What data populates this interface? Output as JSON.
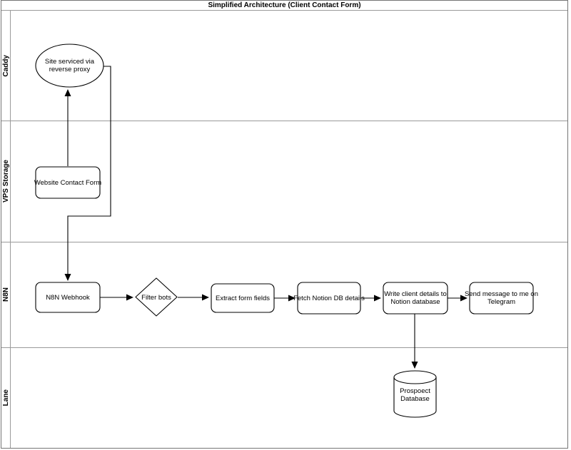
{
  "title": "Simplified Architecture (Client Contact Form)",
  "lanes": [
    {
      "label": "Caddy"
    },
    {
      "label": "VPS Storage"
    },
    {
      "label": "N8N"
    },
    {
      "label": "Lane"
    }
  ],
  "nodes": {
    "reverse_proxy": {
      "label": "Site serviced via reverse proxy"
    },
    "website_form": {
      "label": "Website Contact Form"
    },
    "n8n_webhook": {
      "label": "N8N Webhook"
    },
    "filter_bots": {
      "label": "Filter bots"
    },
    "extract_fields": {
      "label": "Extract form fields"
    },
    "fetch_notion": {
      "label": "Fetch Notion DB details"
    },
    "write_notion": {
      "label": "Write client details to Notion database"
    },
    "send_telegram": {
      "label": "Send message to me on Telegram"
    },
    "prospect_db": {
      "label": "Prospoect Database"
    }
  },
  "colors": {
    "background": "#ffffff",
    "shape_fill": "#ffffff",
    "shape_stroke": "#000000",
    "lane_line": "#9a9a9a",
    "outer_border": "#757575",
    "text": "#000000"
  }
}
